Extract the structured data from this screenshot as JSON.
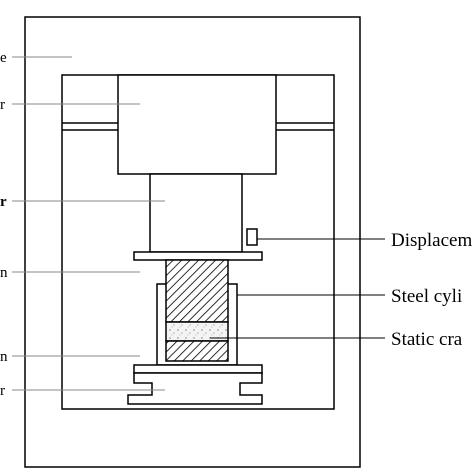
{
  "labels": {
    "frame": "e",
    "cylinder": "r",
    "piston": "r",
    "displacement": "Displacem",
    "upper_plate": "n",
    "steel_cylinder": "Steel cyli",
    "static_crack": "Static cra",
    "lower_plate": "n",
    "base": "r"
  },
  "colors": {
    "stroke": "#000000",
    "leader": "#888888",
    "sample_fill": "#e6e6e6",
    "crack_fill": "#f2f2f2"
  }
}
